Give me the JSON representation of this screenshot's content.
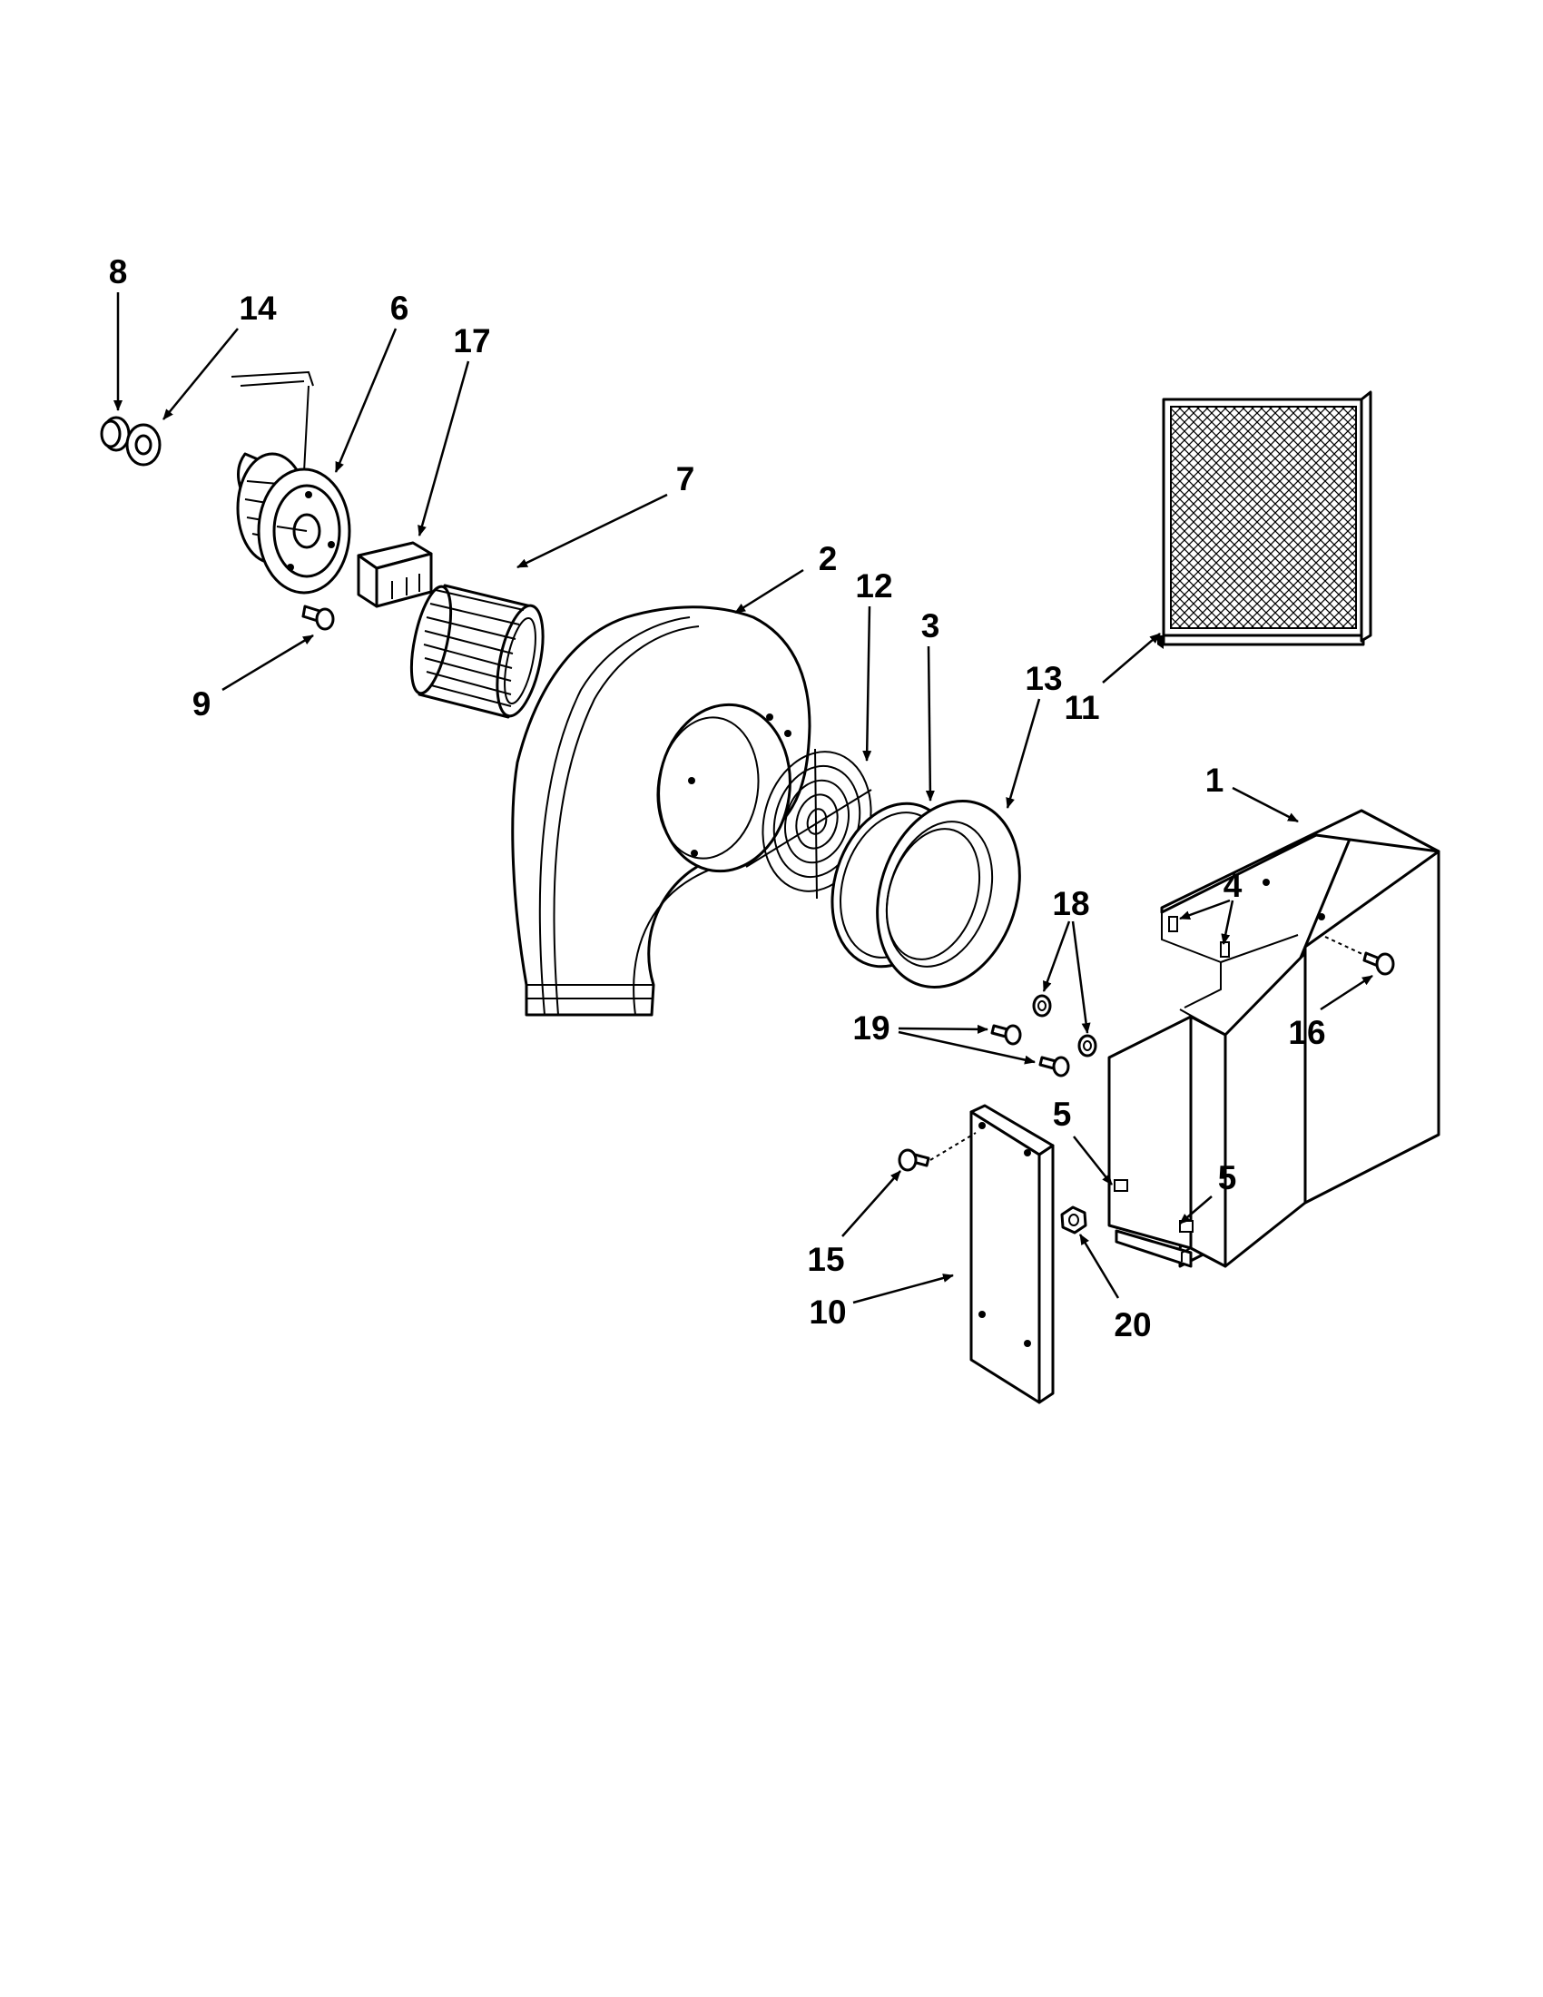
{
  "callouts": [
    {
      "id": "8",
      "label": "8"
    },
    {
      "id": "14",
      "label": "14"
    },
    {
      "id": "6",
      "label": "6"
    },
    {
      "id": "17",
      "label": "17"
    },
    {
      "id": "7",
      "label": "7"
    },
    {
      "id": "9",
      "label": "9"
    },
    {
      "id": "2",
      "label": "2"
    },
    {
      "id": "12",
      "label": "12"
    },
    {
      "id": "3",
      "label": "3"
    },
    {
      "id": "13",
      "label": "13"
    },
    {
      "id": "11",
      "label": "11"
    },
    {
      "id": "1",
      "label": "1"
    },
    {
      "id": "4",
      "label": "4"
    },
    {
      "id": "18",
      "label": "18"
    },
    {
      "id": "16",
      "label": "16"
    },
    {
      "id": "19",
      "label": "19"
    },
    {
      "id": "5a",
      "label": "5"
    },
    {
      "id": "5b",
      "label": "5"
    },
    {
      "id": "15",
      "label": "15"
    },
    {
      "id": "10",
      "label": "10"
    },
    {
      "id": "20",
      "label": "20"
    }
  ]
}
